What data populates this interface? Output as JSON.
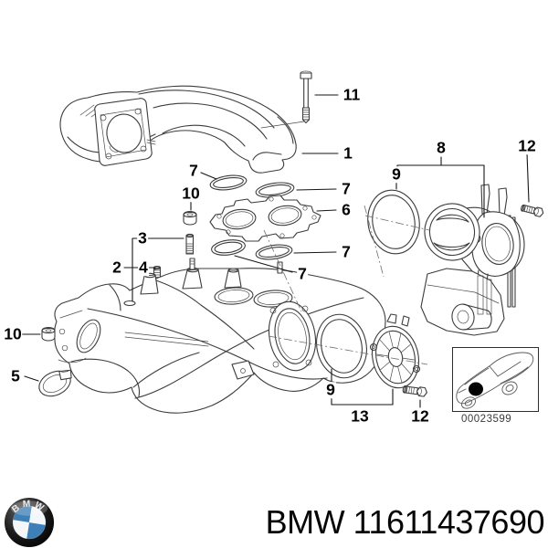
{
  "footer": {
    "logo_text": "BMW",
    "part_label": "BMW 11611437690"
  },
  "thumbnail": {
    "code": "00023599"
  },
  "colors": {
    "logo_blue": "#3f7fb8",
    "line": "#3c3c3c"
  },
  "callouts": {
    "c1": {
      "label": "1"
    },
    "c2": {
      "label": "2"
    },
    "c3": {
      "label": "3"
    },
    "c4": {
      "label": "4"
    },
    "c5": {
      "label": "5"
    },
    "c6": {
      "label": "6"
    },
    "c7a": {
      "label": "7"
    },
    "c7b": {
      "label": "7"
    },
    "c7c": {
      "label": "7"
    },
    "c7d": {
      "label": "7"
    },
    "c8": {
      "label": "8"
    },
    "c9a": {
      "label": "9"
    },
    "c9b": {
      "label": "9"
    },
    "c10a": {
      "label": "10"
    },
    "c10b": {
      "label": "10"
    },
    "c11": {
      "label": "11"
    },
    "c12a": {
      "label": "12"
    },
    "c12b": {
      "label": "12"
    },
    "c13": {
      "label": "13"
    }
  }
}
